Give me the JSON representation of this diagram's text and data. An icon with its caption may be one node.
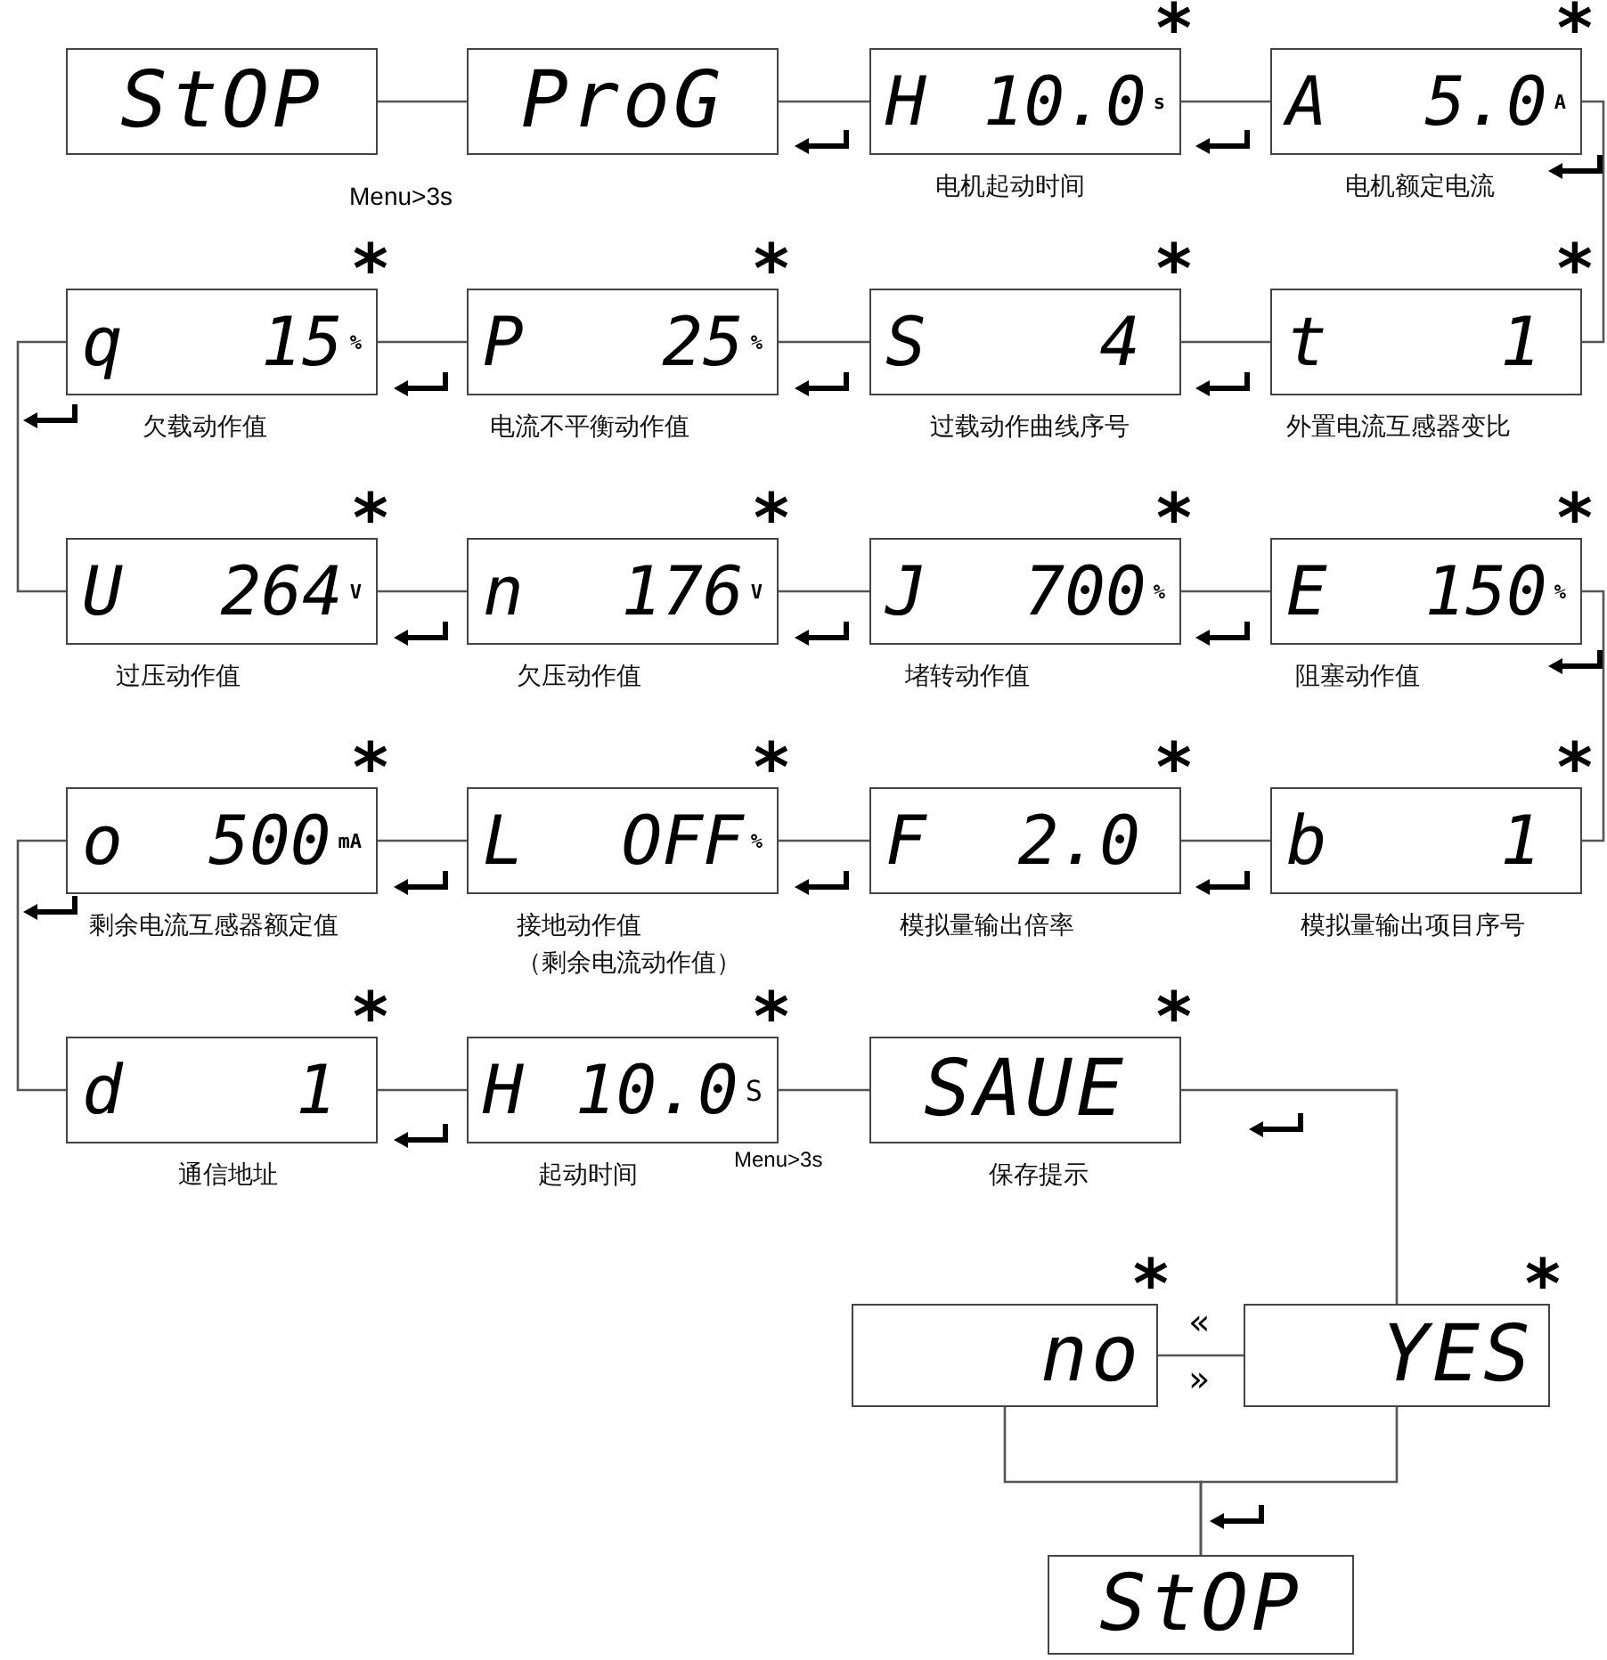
{
  "diagram": {
    "nodes": [
      {
        "text": [
          "StOP"
        ]
      },
      {
        "text": [
          "ProG"
        ]
      },
      {
        "text": [
          "H",
          "10.0",
          "s"
        ],
        "beside": [
          "*",
          "电机起动时间"
        ]
      },
      {
        "text": [
          "A",
          "5.0",
          "A"
        ],
        "beside": [
          "*",
          "电机额定电流"
        ]
      },
      {
        "text": [
          "q",
          "15",
          "%"
        ],
        "beside": [
          "*",
          "欠载动作值"
        ]
      },
      {
        "text": [
          "P",
          "25",
          "%"
        ],
        "beside": [
          "*",
          "电流不平衡动作值"
        ]
      },
      {
        "text": [
          "S",
          "4"
        ],
        "beside": [
          "*",
          "过载动作曲线序号"
        ]
      },
      {
        "text": [
          "t",
          "1"
        ],
        "beside": [
          "*",
          "外置电流互感器变比"
        ]
      },
      {
        "text": [
          "U",
          "264",
          "V"
        ],
        "beside": [
          "*",
          "过压动作值"
        ]
      },
      {
        "text": [
          "n",
          "176",
          "V"
        ],
        "beside": [
          "*",
          "欠压动作值"
        ]
      },
      {
        "text": [
          "J",
          "700",
          "%"
        ],
        "beside": [
          "*",
          "堵转动作值"
        ]
      },
      {
        "text": [
          "E",
          "150",
          "%"
        ],
        "beside": [
          "*",
          "阻塞动作值"
        ]
      },
      {
        "text": [
          "o",
          "500",
          "mA"
        ],
        "beside": [
          "*",
          "剩余电流互感器额定值"
        ]
      },
      {
        "text": [
          "L",
          "OFF",
          "%"
        ],
        "beside": [
          "*",
          "接地动作值",
          "（剩余电流动作值）"
        ]
      },
      {
        "text": [
          "F",
          "2.0"
        ],
        "beside": [
          "*",
          "模拟量输出倍率"
        ]
      },
      {
        "text": [
          "b",
          "1"
        ],
        "beside": [
          "*",
          "模拟量输出项目序号"
        ]
      },
      {
        "text": [
          "d",
          "1"
        ],
        "beside": [
          "*",
          "通信地址"
        ]
      },
      {
        "text": [
          "H",
          "10.0",
          "S"
        ],
        "beside": [
          "*",
          "起动时间"
        ]
      },
      {
        "text": [
          "SAUE"
        ],
        "beside": [
          "*",
          "保存提示"
        ]
      },
      {
        "text": [
          "no"
        ],
        "beside": [
          "*"
        ]
      },
      {
        "text": [
          "YES"
        ],
        "beside": [
          "*"
        ]
      },
      {
        "text": [
          "StOP"
        ]
      }
    ],
    "edges": [
      {
        "from": 0,
        "to": 1,
        "arrow": "none"
      },
      {
        "from": 1,
        "to": 2,
        "arrow": "none"
      },
      {
        "from": 2,
        "to": 3,
        "arrow": "none"
      },
      {
        "from": 3,
        "to": 7,
        "arrow": "none"
      },
      {
        "from": 7,
        "to": 6,
        "arrow": "none"
      },
      {
        "from": 6,
        "to": 5,
        "arrow": "none"
      },
      {
        "from": 5,
        "to": 4,
        "arrow": "none"
      },
      {
        "from": 4,
        "to": 8,
        "arrow": "none"
      },
      {
        "from": 8,
        "to": 9,
        "arrow": "none"
      },
      {
        "from": 9,
        "to": 10,
        "arrow": "none"
      },
      {
        "from": 10,
        "to": 11,
        "arrow": "none"
      },
      {
        "from": 11,
        "to": 15,
        "arrow": "none"
      },
      {
        "from": 15,
        "to": 14,
        "arrow": "none"
      },
      {
        "from": 14,
        "to": 13,
        "arrow": "none"
      },
      {
        "from": 13,
        "to": 12,
        "arrow": "none"
      },
      {
        "from": 12,
        "to": 16,
        "arrow": "none"
      },
      {
        "from": 16,
        "to": 17,
        "arrow": "none"
      },
      {
        "from": 17,
        "to": 18,
        "arrow": "none"
      },
      {
        "from": 18,
        "to": 20,
        "arrow": "none"
      },
      {
        "from": 20,
        "to": 19,
        "arrow": "none"
      },
      {
        "from": 19,
        "to": 21,
        "arrow": "none"
      },
      {
        "from": 20,
        "to": 21,
        "arrow": "none"
      }
    ],
    "labels": [
      "Menu>3s",
      "Menu>3s",
      "«",
      "»"
    ]
  }
}
